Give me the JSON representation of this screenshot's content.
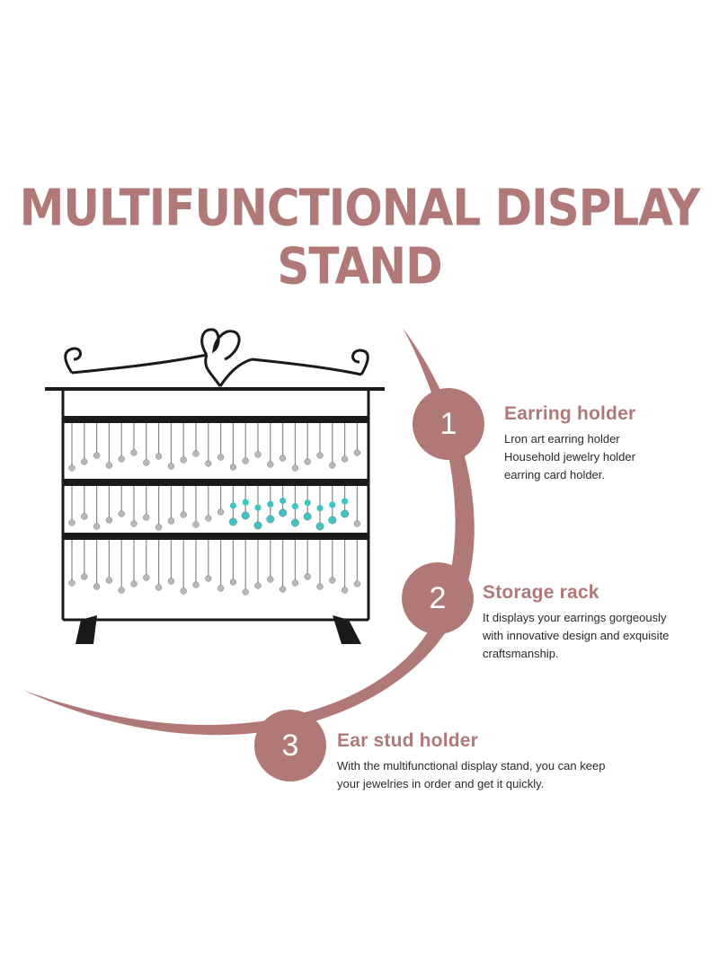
{
  "headline": "MULTIFUNCTIONAL DISPLAY STAND",
  "colors": {
    "accent": "#b07877",
    "rack": "#1a1a1a",
    "turquoise": "#3fc4c4",
    "silver": "#b9b9b9"
  },
  "product_image": {
    "icon": "earring-rack-image"
  },
  "features": [
    {
      "number": "1",
      "title": "Earring holder",
      "lines": [
        "Lron art earring holder",
        "Household jewelry holder",
        "earring card holder."
      ]
    },
    {
      "number": "2",
      "title": "Storage rack",
      "lines": [
        "It displays your earrings gorgeously",
        "with innovative design and exquisite",
        "craftsmanship."
      ]
    },
    {
      "number": "3",
      "title": "Ear stud holder",
      "lines": [
        "With the multifunctional display stand, you can keep",
        "your jewelries in order and get it quickly."
      ]
    }
  ]
}
